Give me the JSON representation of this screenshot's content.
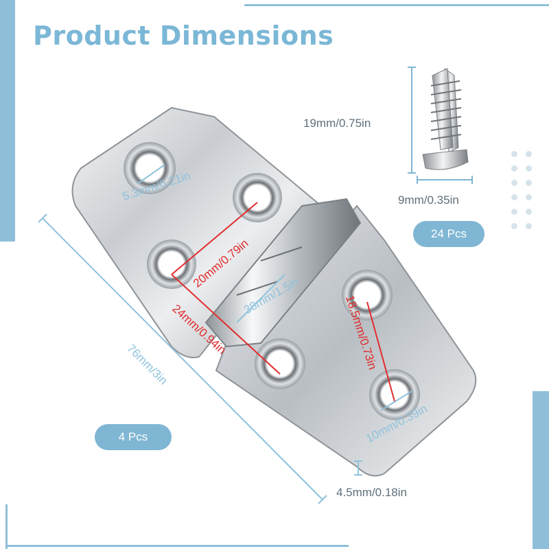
{
  "title": "Product Dimensions",
  "dimensions": {
    "screw_length": "19mm/0.75in",
    "screw_head": "9mm/0.35in",
    "hole_diameter": "5.3mm/0.21in",
    "hole_spacing_diag": "20mm/0.79in",
    "knuckle_length": "38mm/1.5in",
    "hole_spacing_side": "24mm/0.94in",
    "hole_spacing_right": "18.5mm/0.73in",
    "countersink": "10mm/0.39in",
    "overall_length": "76mm/3in",
    "thickness": "4.5mm/0.18in"
  },
  "badges": {
    "screws": "24 Pcs",
    "hinges": "4 Pcs"
  },
  "colors": {
    "accent": "#7fb6d4",
    "dimension_red": "#e12b2b",
    "dimension_blue": "#8fc2dc"
  }
}
